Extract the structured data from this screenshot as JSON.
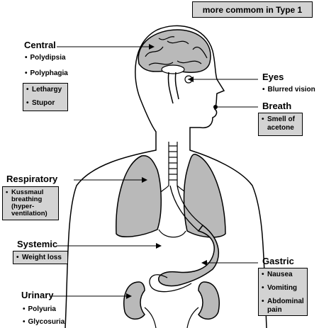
{
  "legend": {
    "text": "more commom in Type 1",
    "fill": "#d3d3d3"
  },
  "central": {
    "title": "Central",
    "items": [
      "Polydipsia",
      "Polyphagia"
    ],
    "boxed": [
      "Lethargy",
      "Stupor"
    ]
  },
  "eyes": {
    "title": "Eyes",
    "items": [
      "Blurred vision"
    ]
  },
  "breath": {
    "title": "Breath",
    "boxed": [
      "Smell of\nacetone"
    ]
  },
  "respiratory": {
    "title": "Respiratory",
    "boxed": [
      "Kussmaul\nbreathing\n(hyper-\nventilation)"
    ]
  },
  "systemic": {
    "title": "Systemic",
    "boxed": [
      "Weight loss"
    ]
  },
  "gastric": {
    "title": "Gastric",
    "boxed": [
      "Nausea",
      "Vomiting",
      "Abdominal\npain"
    ]
  },
  "urinary": {
    "title": "Urinary",
    "items": [
      "Polyuria",
      "Glycosuria"
    ]
  },
  "colors": {
    "organ_fill": "#b9b9b9",
    "line": "#000000"
  }
}
